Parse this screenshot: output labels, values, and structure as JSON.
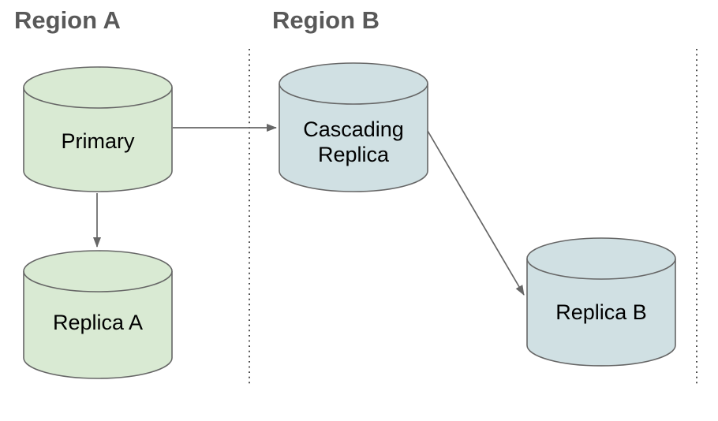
{
  "regions": [
    {
      "label": "Region A"
    },
    {
      "label": "Region B"
    }
  ],
  "nodes": {
    "primary": {
      "label": "Primary",
      "shape": "database-cylinder",
      "region": "Region A"
    },
    "replica_a": {
      "label": "Replica A",
      "shape": "database-cylinder",
      "region": "Region A"
    },
    "cascading_replica": {
      "label": "Cascading Replica",
      "label_lines": [
        "Cascading",
        "Replica"
      ],
      "shape": "database-cylinder",
      "region": "Region B"
    },
    "replica_b": {
      "label": "Replica B",
      "shape": "database-cylinder",
      "region": "Region B"
    }
  },
  "edges": [
    {
      "from": "Primary",
      "to": "Cascading Replica"
    },
    {
      "from": "Primary",
      "to": "Replica A"
    },
    {
      "from": "Cascading Replica",
      "to": "Replica B"
    }
  ],
  "colors": {
    "background": "#ffffff",
    "region_a_node_fill": "#d9ead3",
    "region_b_node_fill": "#d0e0e3",
    "node_outline": "#666666",
    "arrow": "#666666",
    "divider_dots": "#4a4a4a",
    "region_title": "#595959",
    "node_label": "#000000"
  }
}
